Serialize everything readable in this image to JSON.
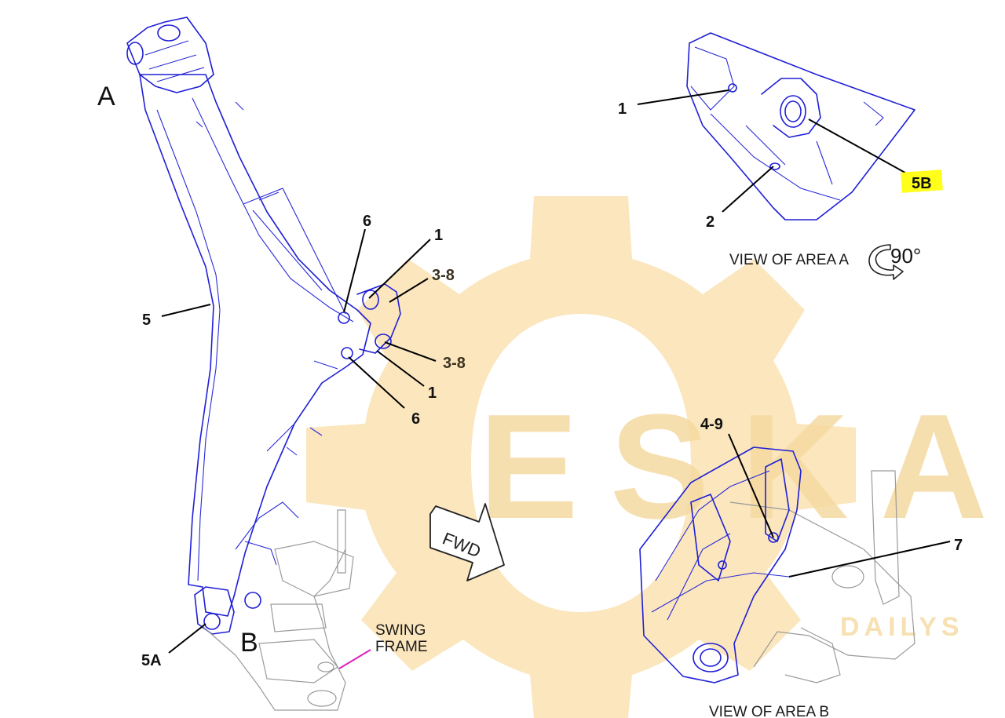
{
  "view_labels": {
    "area_a": "A",
    "area_b": "B"
  },
  "captions": {
    "view_a": "VIEW OF AREA A",
    "rotation": "90°",
    "view_b": "VIEW OF AREA B",
    "swing_frame_line1": "SWING",
    "swing_frame_line2": "FRAME",
    "fwd": "FWD"
  },
  "callouts": {
    "main": [
      {
        "id": "c6a",
        "text": "6"
      },
      {
        "id": "c1a",
        "text": "1"
      },
      {
        "id": "c38a",
        "text": "3-8"
      },
      {
        "id": "c5",
        "text": "5"
      },
      {
        "id": "c38b",
        "text": "3-8"
      },
      {
        "id": "c1b",
        "text": "1"
      },
      {
        "id": "c6b",
        "text": "6"
      },
      {
        "id": "c5a",
        "text": "5A"
      }
    ],
    "view_a": [
      {
        "id": "va1",
        "text": "1"
      },
      {
        "id": "va2",
        "text": "2"
      },
      {
        "id": "va5b",
        "text": "5B"
      }
    ],
    "view_b": [
      {
        "id": "vb49",
        "text": "4-9"
      },
      {
        "id": "vb7",
        "text": "7"
      }
    ]
  },
  "watermark": {
    "brand": "ESKA",
    "sub": "DAILYS"
  },
  "colors": {
    "part_line": "#1f1fd6",
    "leader": "#000000",
    "highlight": "#ffff1a",
    "watermark": "#f5d9a0",
    "swing_frame_leader": "#e020c0"
  }
}
